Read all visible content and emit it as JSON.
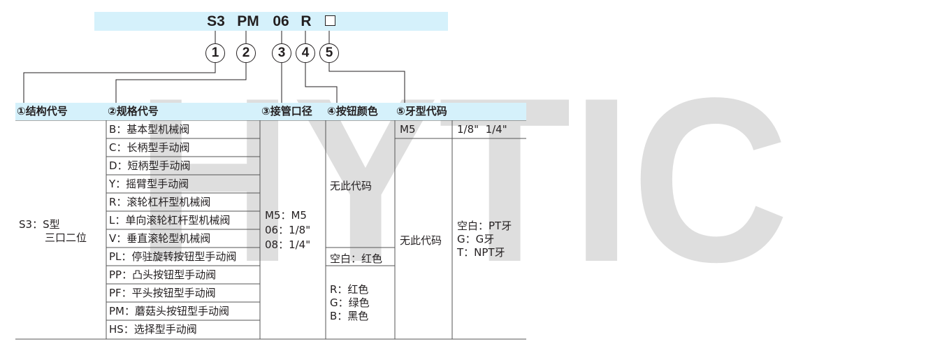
{
  "code": {
    "segments": [
      "S3",
      "PM",
      "06",
      "R"
    ],
    "box": "□"
  },
  "markers": [
    "1",
    "2",
    "3",
    "4",
    "5"
  ],
  "watermark_text": "HYTIC",
  "headers": [
    "①结构代号",
    "②规格代号",
    "③接管口径",
    "④按钮颜色",
    "⑤牙型代码"
  ],
  "structure": {
    "line1": "S3：S型",
    "line2": "三口二位"
  },
  "spec_items": [
    "B：基本型机械阀",
    "C：长柄型手动阀",
    "D：短柄型手动阀",
    "Y：摇臂型手动阀",
    "R：滚轮杠杆型机械阀",
    "L：单向滚轮杠杆型机械阀",
    "V：垂直滚轮型机械阀",
    "PL：停驻旋转按钮型手动阀",
    "PP：凸头按钮型手动阀",
    "PF：平头按钮型手动阀",
    "PM：蘑菇头按钮型手动阀",
    "HS：选择型手动阀"
  ],
  "port_size": [
    "M5：M5",
    "06：1/8\"",
    "08：1/4\""
  ],
  "button_color": {
    "none": "无此代码",
    "blank": "空白：红色",
    "options": [
      "R：红色",
      "G：绿色",
      "B：黑色"
    ]
  },
  "thread": {
    "top_left": "M5",
    "top_right": "1/8\"  1/4\"",
    "bottom_left": "无此代码",
    "options": [
      "空白：PT牙",
      "G：G牙",
      "T：NPT牙"
    ]
  }
}
